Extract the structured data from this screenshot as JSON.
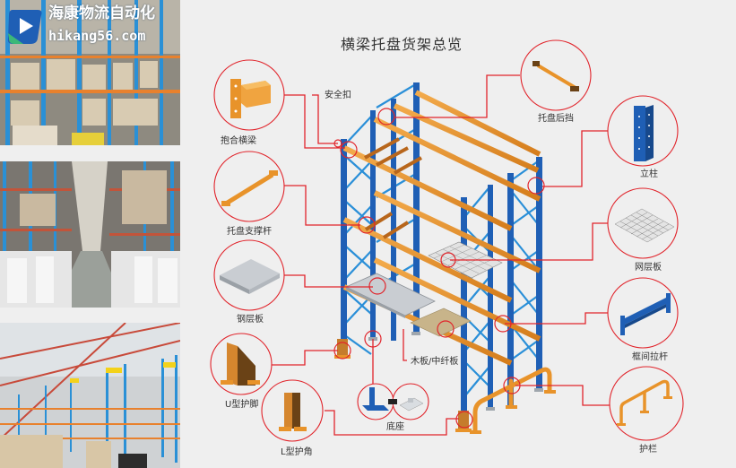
{
  "brand": {
    "name_cn": "海康物流自动化",
    "domain": "hikang56.com",
    "logo_icon": "play-icon",
    "colors": {
      "logo_blue": "#1f5fb5",
      "logo_green": "#3cb878"
    }
  },
  "diagram": {
    "title": "横梁托盘货架总览",
    "colors": {
      "upright": "#1f5fb5",
      "brace": "#2a8fd8",
      "beam": "#e8932a",
      "callout": "#e1242b",
      "steel": "#c9cdd2",
      "wood": "#c8b48a"
    },
    "components": {
      "beam": {
        "label": "抱合横梁",
        "icon": "box-beam-icon"
      },
      "safety_pin": {
        "label": "安全扣"
      },
      "pallet_stop": {
        "label": "托盘后挡",
        "icon": "pallet-stop-icon"
      },
      "upright": {
        "label": "立柱",
        "icon": "upright-column-icon"
      },
      "pallet_support": {
        "label": "托盘支撑杆",
        "icon": "pallet-support-bar-icon"
      },
      "wire_deck": {
        "label": "网层板",
        "icon": "wire-mesh-deck-icon"
      },
      "steel_deck": {
        "label": "钢层板",
        "icon": "steel-panel-icon"
      },
      "row_spacer": {
        "label": "框间拉杆",
        "icon": "row-spacer-icon"
      },
      "wood_deck": {
        "label": "木板/中纤板"
      },
      "u_protector": {
        "label": "U型护脚",
        "icon": "u-guard-icon"
      },
      "base_plate": {
        "label": "底座",
        "icon": "base-plate-icon"
      },
      "l_protector": {
        "label": "L型护角",
        "icon": "l-guard-icon"
      },
      "guard_rail": {
        "label": "护栏",
        "icon": "guard-rail-icon"
      }
    }
  },
  "photos": [
    {
      "name": "warehouse-photo-top"
    },
    {
      "name": "warehouse-photo-middle"
    },
    {
      "name": "warehouse-photo-bottom"
    }
  ]
}
